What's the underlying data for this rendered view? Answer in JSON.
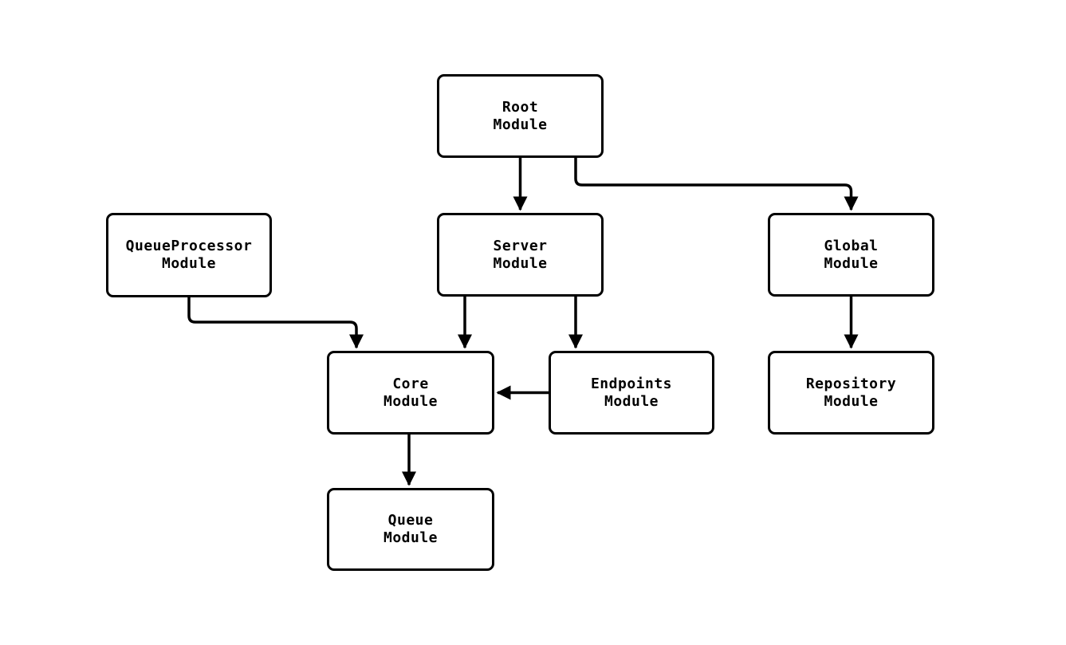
{
  "diagram": {
    "type": "module-dependency-flowchart",
    "colors": {
      "background": "#ffffff",
      "node_fill": "#ffffff",
      "node_stroke": "#000000",
      "edge_stroke": "#000000",
      "text": "#000000"
    },
    "nodes": [
      {
        "id": "root",
        "line1": "Root",
        "line2": "Module"
      },
      {
        "id": "queueprocessor",
        "line1": "QueueProcessor",
        "line2": "Module"
      },
      {
        "id": "server",
        "line1": "Server",
        "line2": "Module"
      },
      {
        "id": "global",
        "line1": "Global",
        "line2": "Module"
      },
      {
        "id": "core",
        "line1": "Core",
        "line2": "Module"
      },
      {
        "id": "endpoints",
        "line1": "Endpoints",
        "line2": "Module"
      },
      {
        "id": "repository",
        "line1": "Repository",
        "line2": "Module"
      },
      {
        "id": "queue",
        "line1": "Queue",
        "line2": "Module"
      }
    ],
    "edges": [
      {
        "from": "root",
        "to": "server"
      },
      {
        "from": "root",
        "to": "global"
      },
      {
        "from": "queueprocessor",
        "to": "core"
      },
      {
        "from": "server",
        "to": "core"
      },
      {
        "from": "server",
        "to": "endpoints"
      },
      {
        "from": "global",
        "to": "repository"
      },
      {
        "from": "endpoints",
        "to": "core"
      },
      {
        "from": "core",
        "to": "queue"
      }
    ]
  }
}
